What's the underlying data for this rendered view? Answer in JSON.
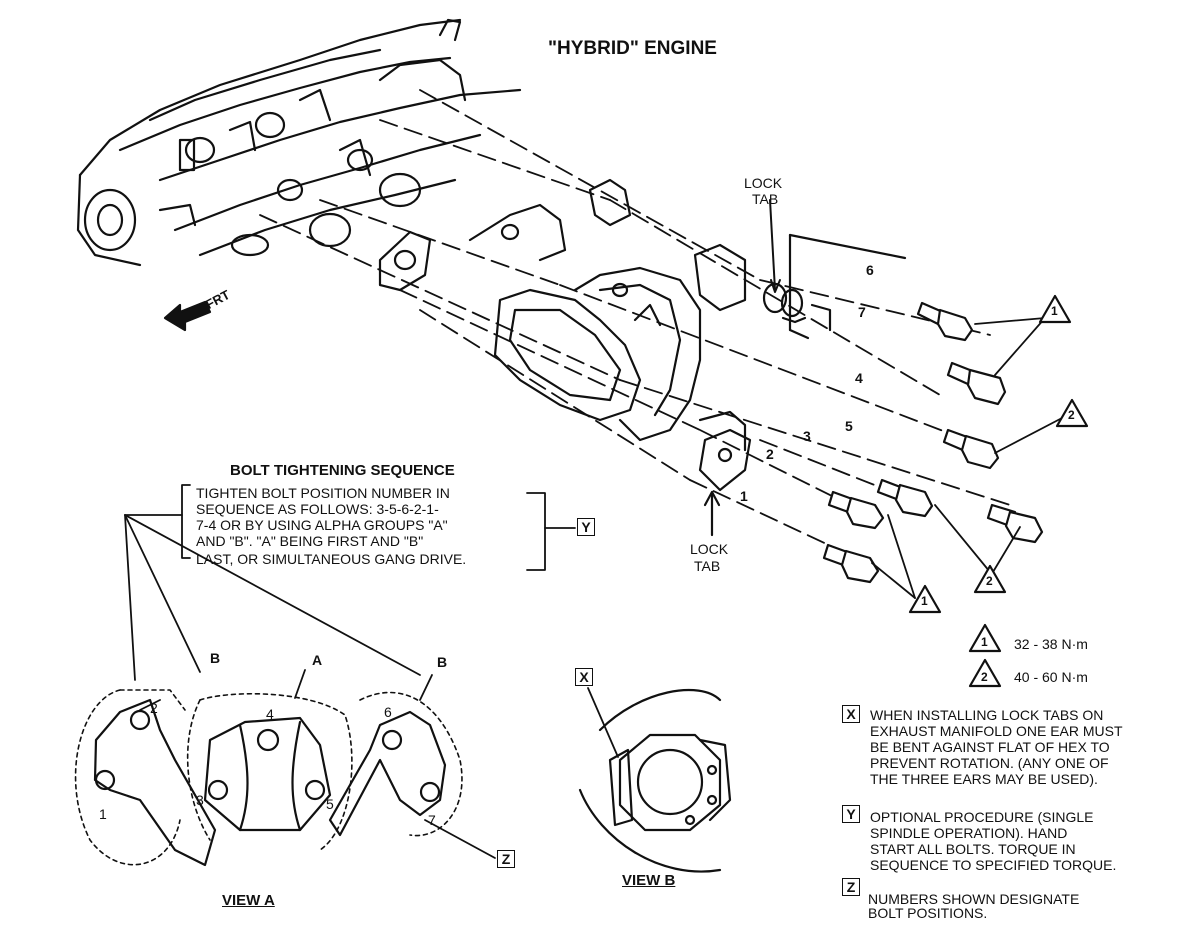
{
  "title": "\"HYBRID\" ENGINE",
  "front_label": "FRT",
  "lock_tab_top": [
    "LOCK",
    "TAB"
  ],
  "lock_tab_bottom": [
    "LOCK",
    "TAB"
  ],
  "bolt_positions": [
    "1",
    "2",
    "3",
    "4",
    "5",
    "6",
    "7"
  ],
  "torque_refs": [
    "1",
    "2",
    "1",
    "2"
  ],
  "sequence": {
    "heading": "BOLT TIGHTENING SEQUENCE",
    "lines": [
      "TIGHTEN BOLT POSITION NUMBER IN",
      "SEQUENCE AS FOLLOWS: 3-5-6-2-1-",
      "7-4 OR BY USING ALPHA GROUPS \"A\"",
      "AND \"B\". \"A\" BEING FIRST AND \"B\"",
      "LAST, OR SIMULTANEOUS GANG DRIVE."
    ],
    "ref": "Y"
  },
  "view_a": {
    "label": "VIEW A",
    "group_labels": [
      "B",
      "A",
      "B"
    ],
    "bolt_numbers": [
      "1",
      "2",
      "3",
      "4",
      "5",
      "6",
      "7"
    ],
    "ref": "Z"
  },
  "view_b": {
    "label": "VIEW B",
    "ref": "X"
  },
  "torque_legend": [
    {
      "ref": "1",
      "value": "32 - 38 N·m"
    },
    {
      "ref": "2",
      "value": "40 - 60 N·m"
    }
  ],
  "notes": [
    {
      "ref": "X",
      "lines": [
        "WHEN INSTALLING LOCK TABS ON",
        "EXHAUST MANIFOLD ONE EAR MUST",
        "BE BENT AGAINST FLAT OF HEX TO",
        "PREVENT ROTATION. (ANY ONE OF",
        "THE THREE EARS MAY BE USED)."
      ]
    },
    {
      "ref": "Y",
      "lines": [
        "OPTIONAL PROCEDURE (SINGLE",
        "SPINDLE OPERATION). HAND",
        "START ALL BOLTS. TORQUE IN",
        "SEQUENCE TO SPECIFIED TORQUE."
      ]
    },
    {
      "ref": "Z",
      "lines": [
        "NUMBERS SHOWN DESIGNATE",
        "BOLT POSITIONS."
      ]
    }
  ]
}
